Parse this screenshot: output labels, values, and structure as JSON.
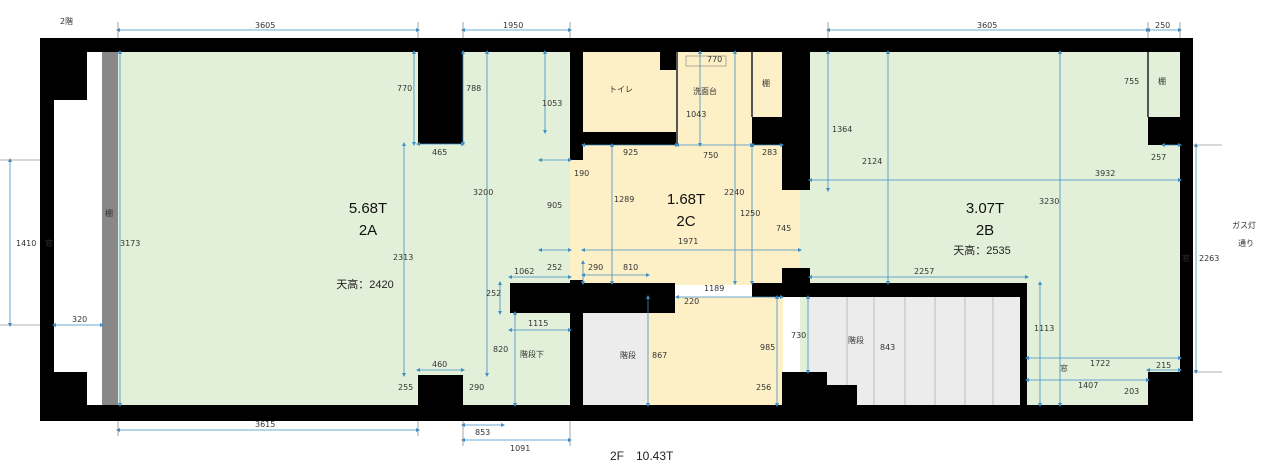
{
  "floor_label": "2階",
  "footer": "2F　10.43T",
  "rooms": {
    "a": {
      "area": "5.68T",
      "name": "2A",
      "ceiling": "天高：2420"
    },
    "b": {
      "area": "3.07T",
      "name": "2B",
      "ceiling": "天高：2535"
    },
    "c": {
      "area": "1.68T",
      "name": "2C"
    }
  },
  "labels": {
    "toilet": "トイレ",
    "washbasin": "洗面台",
    "closet_1": "棚",
    "closet_2": "棚",
    "closet_3": "棚",
    "window_1": "窓",
    "window_2": "窓",
    "window_3": "窓",
    "stairs_1": "階段",
    "stairs_2": "階段",
    "under_stairs": "階段下",
    "street_line1": "ガス灯",
    "street_line2": "通り"
  },
  "colors": {
    "wall": "#000000",
    "room_green": "#e2f0d9",
    "room_yellow": "#fdf0c6",
    "stairs_gray": "#ececec",
    "dimension_blue": "#3e8ec7"
  },
  "dimensions": {
    "d3605_top": "3605",
    "d1950": "1950",
    "d3605_right": "3605",
    "d250": "250",
    "d770": "770",
    "d788": "788",
    "d1053": "1053",
    "d770b": "770",
    "d1043": "1043",
    "d465": "465",
    "d925": "925",
    "d750": "750",
    "d283": "283",
    "d190": "190",
    "d755": "755",
    "d1364": "1364",
    "d257": "257",
    "d2124": "2124",
    "d3932": "3932",
    "d1410": "1410",
    "d3173": "3173",
    "d2313": "2313",
    "d3200": "3200",
    "d905": "905",
    "d1289": "1289",
    "d2240": "2240",
    "d1250": "1250",
    "d745": "745",
    "d3230": "3230",
    "d2263": "2263",
    "d1971": "1971",
    "d1062": "1062",
    "d252a": "252",
    "d290a": "290",
    "d810": "810",
    "d2257": "2257",
    "d252b": "252",
    "d1189": "1189",
    "d220": "220",
    "d1115": "1115",
    "d320": "320",
    "d820": "820",
    "d867": "867",
    "d985": "985",
    "d730": "730",
    "d843": "843",
    "d1113": "1113",
    "d460": "460",
    "d255": "255",
    "d290b": "290",
    "d256": "256",
    "d1722": "1722",
    "d1407": "1407",
    "d203": "203",
    "d215": "215",
    "d3615": "3615",
    "d853": "853",
    "d1091": "1091"
  }
}
